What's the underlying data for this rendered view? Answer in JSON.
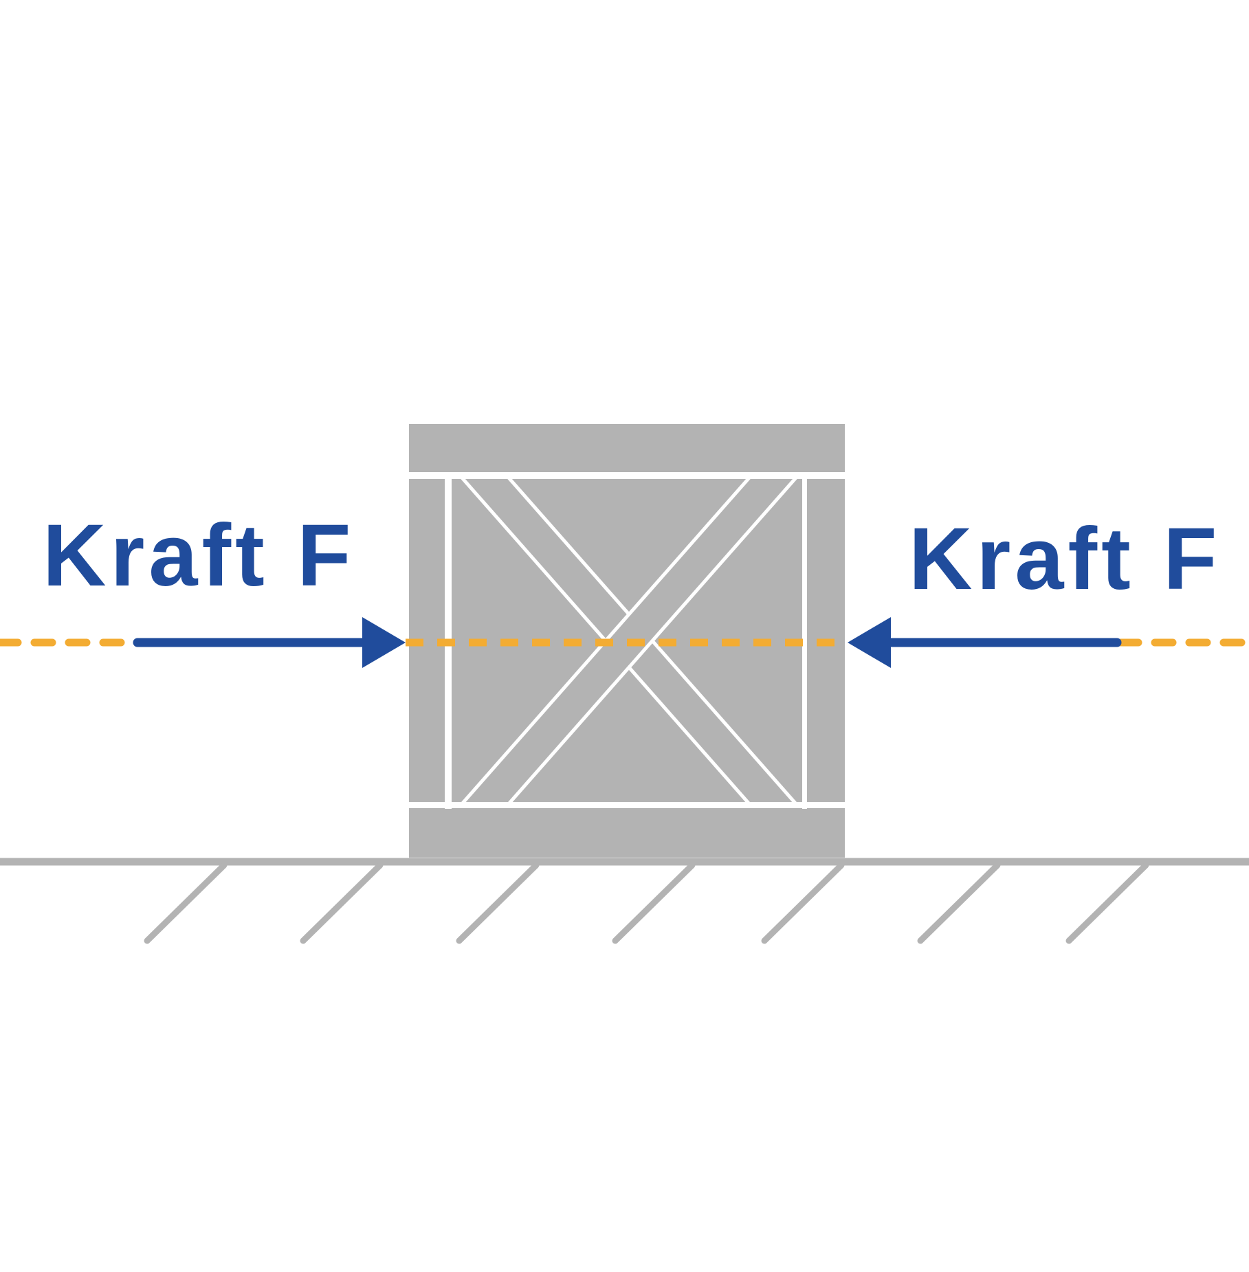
{
  "labels": {
    "left_force": "Kraft F",
    "right_force": "Kraft F"
  },
  "colors": {
    "force": "#204c9c",
    "line_of_action": "#f3ac33",
    "crate": "#b3b3b3",
    "crate_slats": "#ffffff",
    "ground": "#b3b3b3"
  },
  "icons": {
    "left_arrow": "arrow-right-icon",
    "right_arrow": "arrow-left-icon",
    "body": "crate-icon",
    "ground": "fixed-ground-hatching"
  }
}
